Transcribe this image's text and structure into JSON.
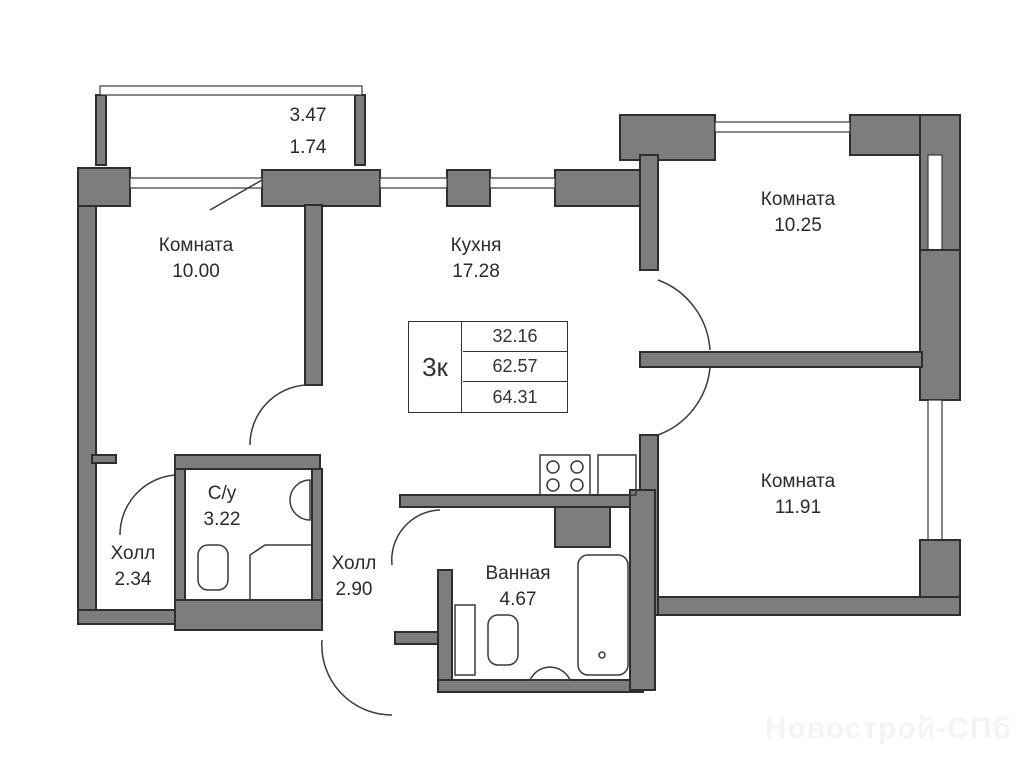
{
  "plan": {
    "apartment_type": "3к",
    "areas": [
      "32.16",
      "62.57",
      "64.31"
    ],
    "balcony": {
      "area_full": "3.47",
      "area_reduced": "1.74"
    },
    "rooms": [
      {
        "name": "Комната",
        "area": "10.00"
      },
      {
        "name": "Кухня",
        "area": "17.28"
      },
      {
        "name": "Комната",
        "area": "10.25"
      },
      {
        "name": "Комната",
        "area": "11.91"
      },
      {
        "name": "С/у",
        "area": "3.22"
      },
      {
        "name": "Холл",
        "area": "2.34"
      },
      {
        "name": "Холл",
        "area": "2.90"
      },
      {
        "name": "Ванная",
        "area": "4.67"
      }
    ]
  },
  "watermark": "Новострой-СПб",
  "colors": {
    "wall": "#7d7d7d",
    "outline": "#2e2e2e"
  }
}
